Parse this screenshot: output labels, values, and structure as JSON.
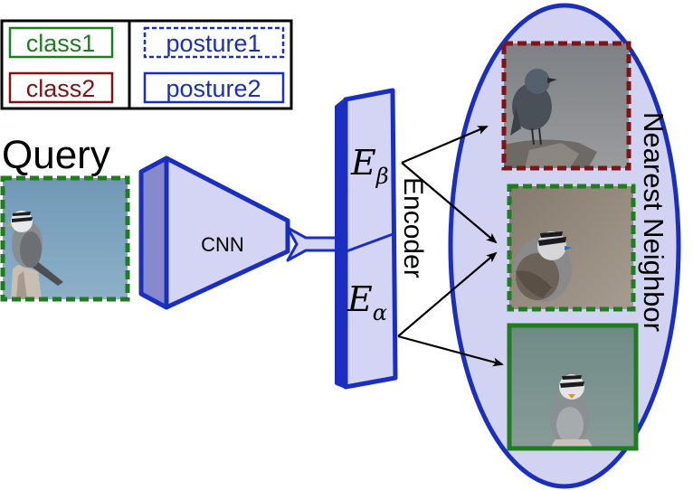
{
  "legend": {
    "class1": "class1",
    "class2": "class2",
    "posture1": "posture1",
    "posture2": "posture2"
  },
  "query_label": "Query",
  "cnn_label": "CNN",
  "encoder": {
    "label": "Encoder",
    "beta_symbol": "E",
    "beta_sub": "β",
    "alpha_symbol": "E",
    "alpha_sub": "α"
  },
  "nearest_neighbor_label": "Nearest Neighbor",
  "colors": {
    "class1": "#1e7d1e",
    "class2": "#7f1414",
    "posture": "#1a2fbf",
    "network_fill": "#d4d4f4",
    "network_stroke": "#1a2fbf",
    "ellipse_fill": "#d2d2f2"
  },
  "images": {
    "query": "bird-photo-white-crowned-sparrow-perched",
    "neighbor_top": "bird-photo-grey-bird-on-rock",
    "neighbor_middle": "bird-photo-white-crowned-sparrow-fluffed",
    "neighbor_bottom": "bird-photo-white-crowned-sparrow-front"
  }
}
